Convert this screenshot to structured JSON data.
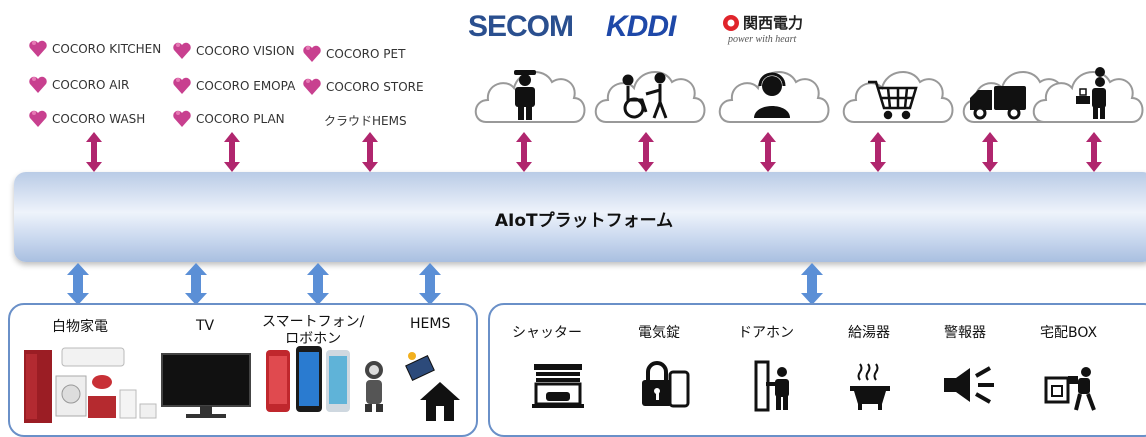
{
  "colors": {
    "heart": "#c8408f",
    "arrow_magenta": "#b0266e",
    "arrow_blue": "#5b8fd6",
    "frame": "#6a90c8"
  },
  "cocoro_services": [
    "COCORO KITCHEN",
    "COCORO AIR",
    "COCORO WASH",
    "COCORO VISION",
    "COCORO EMOPA",
    "COCORO PLAN",
    "COCORO PET",
    "COCORO STORE"
  ],
  "cloud_hems": "クラウドHEMS",
  "partners": {
    "secom": "SECOM",
    "kddi": "KDDI",
    "kansai": "関西電力",
    "kansai_tagline": "power with heart"
  },
  "cloud_icons": [
    "security-guard-icon",
    "wheelchair-care-icon",
    "call-center-icon",
    "shopping-cart-icon",
    "delivery-truck-icon",
    "chef-icon"
  ],
  "platform_label": "AIoTプラットフォーム",
  "devices": {
    "appliances": "白物家電",
    "tv": "TV",
    "smartphone": "スマートフォン/\nロボホン",
    "hems": "HEMS"
  },
  "house_equipment": [
    "シャッター",
    "電気錠",
    "ドアホン",
    "給湯器",
    "警報器",
    "宅配BOX"
  ]
}
